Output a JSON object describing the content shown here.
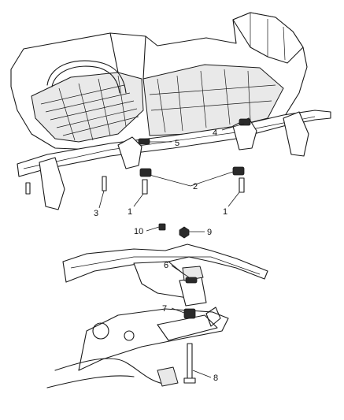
{
  "callouts": [
    {
      "id": "1a",
      "label": "1"
    },
    {
      "id": "1b",
      "label": "1"
    },
    {
      "id": "2",
      "label": "2"
    },
    {
      "id": "3",
      "label": "3"
    },
    {
      "id": "4",
      "label": "4"
    },
    {
      "id": "5",
      "label": "5"
    },
    {
      "id": "6",
      "label": "6"
    },
    {
      "id": "7",
      "label": "7"
    },
    {
      "id": "8",
      "label": "8"
    },
    {
      "id": "9",
      "label": "9"
    },
    {
      "id": "10",
      "label": "10"
    }
  ]
}
